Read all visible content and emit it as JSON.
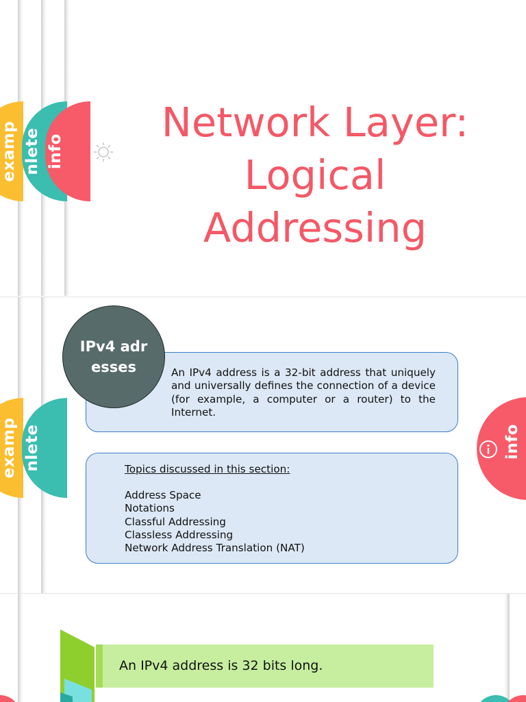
{
  "slide1": {
    "title": "Network Layer: Logical Addressing",
    "tabs": [
      "examp",
      "nlete",
      "info"
    ]
  },
  "slide2": {
    "circle_label": "IPv4 adresses",
    "definition": "An IPv4 address is a 32-bit address that uniquely and universally defines the connection of a device (for example, a computer or a router) to the Internet.",
    "topics_heading": "Topics discussed in this section:",
    "topics": [
      "Address Space",
      "Notations",
      "Classful Addressing",
      "Classless Addressing",
      "Network Address Translation (NAT)"
    ],
    "tabs": [
      "examp",
      "nlete"
    ],
    "info_label": "info"
  },
  "slide3": {
    "highlight": "An IPv4 address is 32 bits long."
  },
  "colors": {
    "title": "#f45866",
    "tab_yellow": "#fbbe31",
    "tab_teal": "#3bbdb0",
    "tab_red": "#f75a68",
    "box_fill": "#dce8f5",
    "box_border": "#3d7dc4",
    "circle_fill": "#586b6b",
    "green_bar": "#c7ee9f",
    "green_arrow": "#8fcf2d"
  },
  "icons": [
    "sun-icon",
    "info-icon"
  ]
}
